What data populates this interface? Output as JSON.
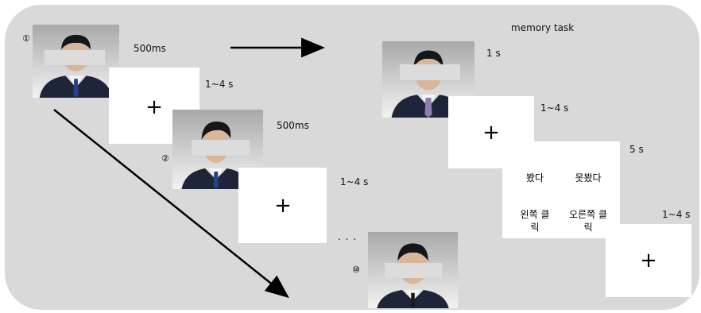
{
  "title": "memory task",
  "trials": {
    "t1": {
      "marker": "①",
      "face_duration": "500ms",
      "fix_duration": "1~4 s",
      "fixation": "+"
    },
    "t2": {
      "marker": "②",
      "face_duration": "500ms",
      "fix_duration": "1~4 s",
      "fixation": "+"
    },
    "t10": {
      "marker": "⑩"
    },
    "ellipsis": ". . ."
  },
  "memory": {
    "face_duration": "1 s",
    "fix_duration": "1~4 s",
    "fixation": "+",
    "response_duration": "5 s",
    "response": {
      "seen": "봤다",
      "not_seen": "못봤다",
      "left_click": "왼쪽 클릭",
      "right_click": "오른쪽 클릭"
    },
    "final_fix_duration": "1~4 s",
    "final_fixation": "+"
  },
  "colors": {
    "panel": "#d9d9d9",
    "mask": "#dcdcdc",
    "suit": "#1f2538",
    "tie_blue": "#27408b",
    "tie_purple": "#8a7fb0"
  }
}
